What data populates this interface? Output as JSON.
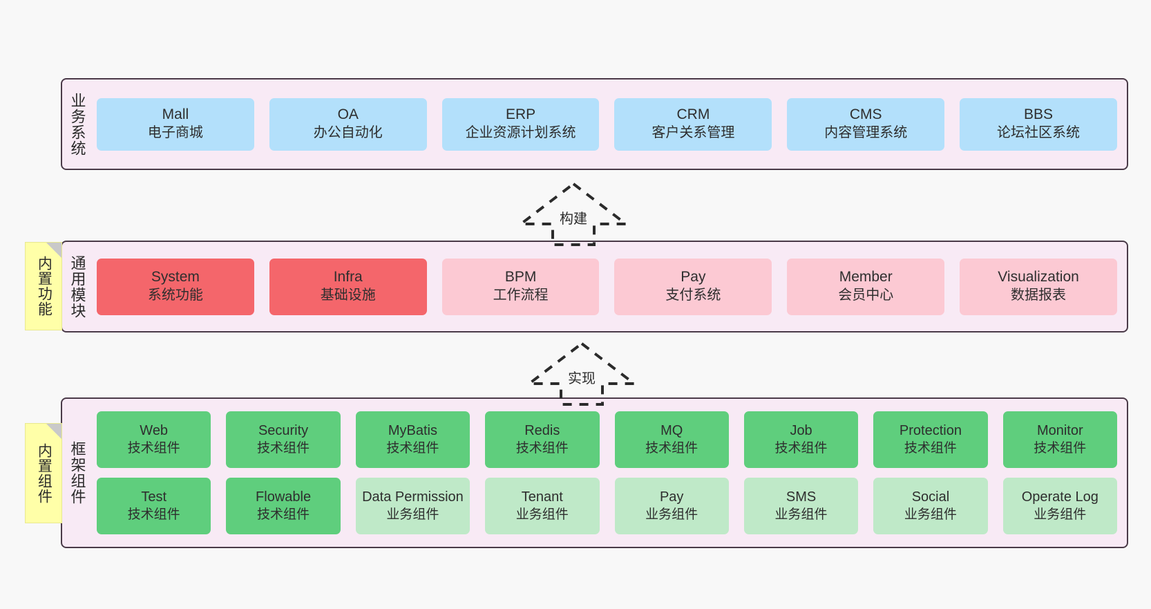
{
  "diagram": {
    "background_color": "#f8f8f8",
    "layer_border_color": "#4a3a48",
    "layer_fill_color": "#f8eaf5",
    "note_color": "#ffffa8",
    "colors": {
      "business_card": "#b3e0fb",
      "module_core": "#f4666b",
      "module_optional": "#fcc9d3",
      "tech_component": "#5fce7d",
      "biz_component": "#bfe9c8"
    }
  },
  "notes": [
    {
      "name": "builtin-function",
      "label": "内置功能"
    },
    {
      "name": "builtin-component",
      "label": "内置组件"
    }
  ],
  "arrows": [
    {
      "name": "build",
      "label": "构建"
    },
    {
      "name": "realize",
      "label": "实现"
    }
  ],
  "layers": [
    {
      "id": "business",
      "title": "业务系统",
      "rows": [
        [
          {
            "en": "Mall",
            "cn": "电子商城",
            "style": "c-blue"
          },
          {
            "en": "OA",
            "cn": "办公自动化",
            "style": "c-blue"
          },
          {
            "en": "ERP",
            "cn": "企业资源计划系统",
            "style": "c-blue"
          },
          {
            "en": "CRM",
            "cn": "客户关系管理",
            "style": "c-blue"
          },
          {
            "en": "CMS",
            "cn": "内容管理系统",
            "style": "c-blue"
          },
          {
            "en": "BBS",
            "cn": "论坛社区系统",
            "style": "c-blue"
          }
        ]
      ]
    },
    {
      "id": "modules",
      "title": "通用模块",
      "rows": [
        [
          {
            "en": "System",
            "cn": "系统功能",
            "style": "c-red"
          },
          {
            "en": "Infra",
            "cn": "基础设施",
            "style": "c-red"
          },
          {
            "en": "BPM",
            "cn": "工作流程",
            "style": "c-pink"
          },
          {
            "en": "Pay",
            "cn": "支付系统",
            "style": "c-pink"
          },
          {
            "en": "Member",
            "cn": "会员中心",
            "style": "c-pink"
          },
          {
            "en": "Visualization",
            "cn": "数据报表",
            "style": "c-pink"
          }
        ]
      ]
    },
    {
      "id": "framework",
      "title": "框架组件",
      "rows": [
        [
          {
            "en": "Web",
            "cn": "技术组件",
            "style": "c-green"
          },
          {
            "en": "Security",
            "cn": "技术组件",
            "style": "c-green"
          },
          {
            "en": "MyBatis",
            "cn": "技术组件",
            "style": "c-green"
          },
          {
            "en": "Redis",
            "cn": "技术组件",
            "style": "c-green"
          },
          {
            "en": "MQ",
            "cn": "技术组件",
            "style": "c-green"
          },
          {
            "en": "Job",
            "cn": "技术组件",
            "style": "c-green"
          },
          {
            "en": "Protection",
            "cn": "技术组件",
            "style": "c-green"
          },
          {
            "en": "Monitor",
            "cn": "技术组件",
            "style": "c-green"
          }
        ],
        [
          {
            "en": "Test",
            "cn": "技术组件",
            "style": "c-green"
          },
          {
            "en": "Flowable",
            "cn": "技术组件",
            "style": "c-green"
          },
          {
            "en": "Data Permission",
            "cn": "业务组件",
            "style": "c-lightgreen"
          },
          {
            "en": "Tenant",
            "cn": "业务组件",
            "style": "c-lightgreen"
          },
          {
            "en": "Pay",
            "cn": "业务组件",
            "style": "c-lightgreen"
          },
          {
            "en": "SMS",
            "cn": "业务组件",
            "style": "c-lightgreen"
          },
          {
            "en": "Social",
            "cn": "业务组件",
            "style": "c-lightgreen"
          },
          {
            "en": "Operate Log",
            "cn": "业务组件",
            "style": "c-lightgreen"
          }
        ]
      ]
    }
  ]
}
